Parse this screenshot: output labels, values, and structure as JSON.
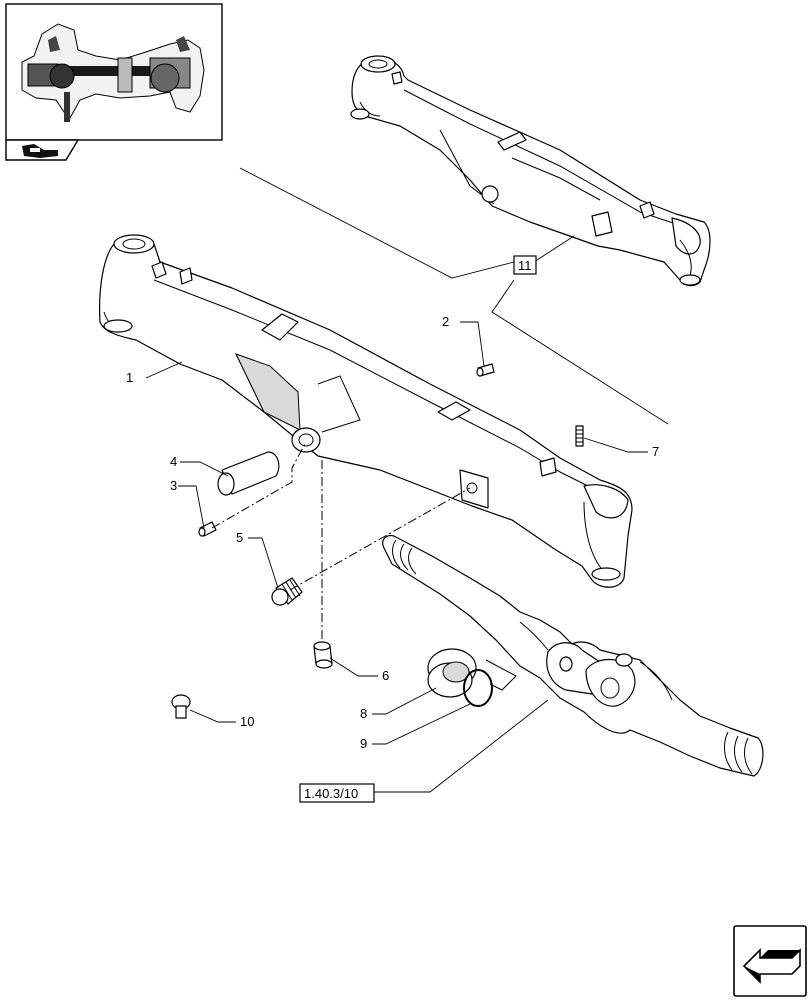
{
  "labels": {
    "p1": "1",
    "p2": "2",
    "p3": "3",
    "p4": "4",
    "p5": "5",
    "p6": "6",
    "p7": "7",
    "p8": "8",
    "p9": "9",
    "p10": "10",
    "p11": "11",
    "ref": "1.40.3/10"
  },
  "icons": {
    "thumbnail": "axle-assembly-thumbnail-icon",
    "nav_back": "hand-pointer-back-icon",
    "nav_next": "arrow-next-page-icon"
  }
}
